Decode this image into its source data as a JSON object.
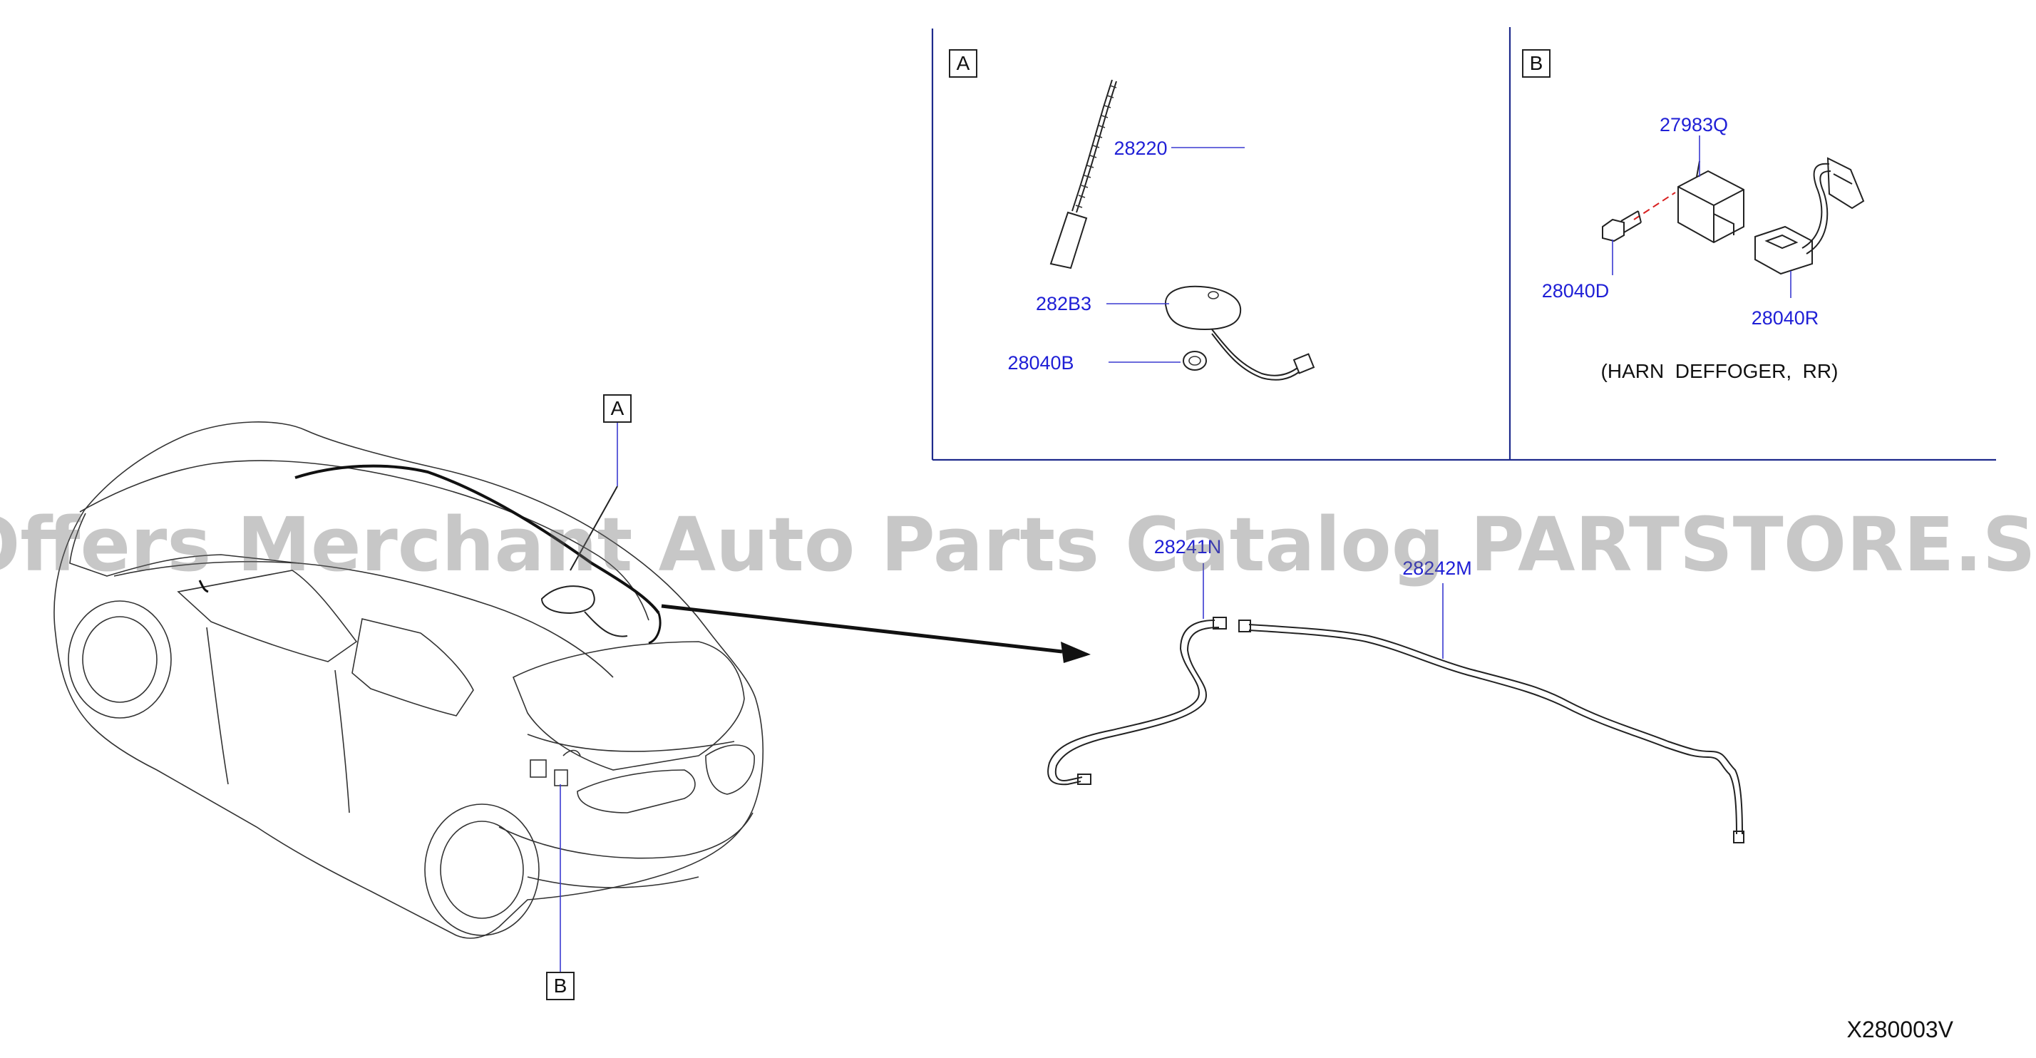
{
  "diagram": {
    "drawing_code": "X280003V",
    "watermark": "Offers Merchant Auto Parts Catalog PARTSTORE.SA",
    "callouts": {
      "a": "A",
      "b": "B"
    },
    "panel_a": {
      "tag": "A",
      "parts": {
        "rod": "28220",
        "base": "282B3",
        "grommet": "28040B"
      }
    },
    "panel_b": {
      "tag": "B",
      "parts": {
        "module": "27983Q",
        "bolt": "28040D",
        "harness": "28040R"
      },
      "note": "(HARN  DEFFOGER,  RR)"
    },
    "feeders": {
      "left": "28241N",
      "right": "28242M"
    }
  }
}
